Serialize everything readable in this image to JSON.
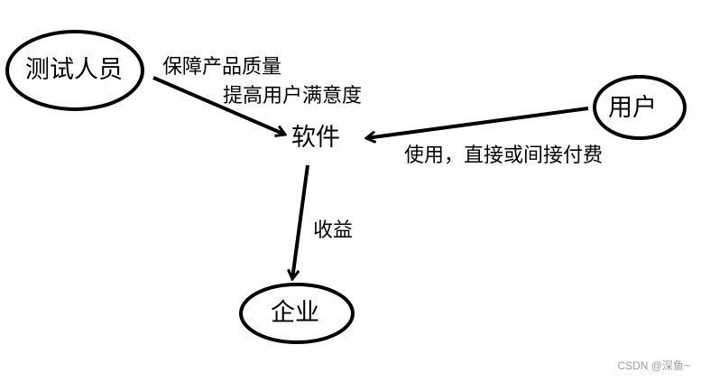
{
  "nodes": {
    "tester": "测试人员",
    "user": "用户",
    "software": "软件",
    "enterprise": "企业"
  },
  "edges": {
    "tester_line1": "保障产品质量",
    "tester_line2": "提高用户满意度",
    "user_label": "使用，直接或间接付费",
    "revenue_label": "收益"
  },
  "watermark": "CSDN @深鱼~"
}
